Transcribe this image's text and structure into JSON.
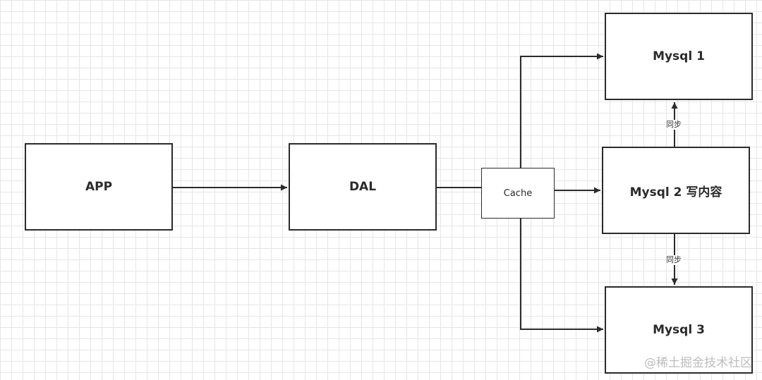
{
  "diagram": {
    "nodes": {
      "app": "APP",
      "dal": "DAL",
      "cache": "Cache",
      "mysql1": "Mysql 1",
      "mysql2": "Mysql 2  写内容",
      "mysql3": "Mysql 3"
    },
    "edge_labels": {
      "sync_up": "同步",
      "sync_down": "同步"
    }
  },
  "watermark": "@稀土掘金技术社区",
  "colors": {
    "stroke": "#2b2b2b",
    "grid": "#e6e6e6",
    "watermark": "#bdbdbd"
  }
}
